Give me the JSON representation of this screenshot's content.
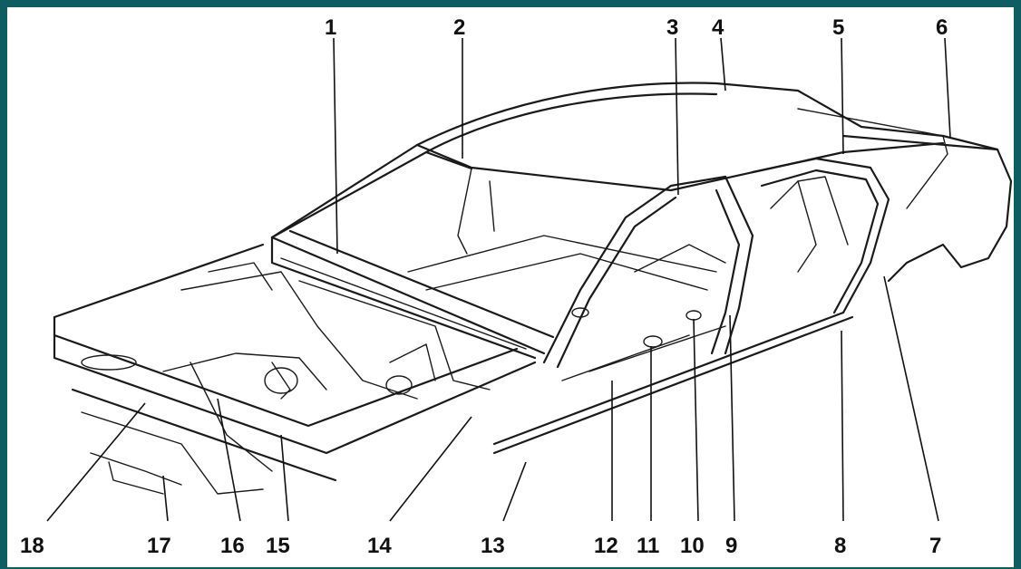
{
  "colors": {
    "frame": "#0e5d63",
    "background": "#ffffff",
    "ink": "#111111"
  },
  "callouts": [
    {
      "id": "1",
      "text": "1"
    },
    {
      "id": "2",
      "text": "2"
    },
    {
      "id": "3",
      "text": "3"
    },
    {
      "id": "4",
      "text": "4"
    },
    {
      "id": "5",
      "text": "5"
    },
    {
      "id": "6",
      "text": "6"
    },
    {
      "id": "7",
      "text": "7"
    },
    {
      "id": "8",
      "text": "8"
    },
    {
      "id": "9",
      "text": "9"
    },
    {
      "id": "10",
      "text": "10"
    },
    {
      "id": "11",
      "text": "11"
    },
    {
      "id": "12",
      "text": "12"
    },
    {
      "id": "13",
      "text": "13"
    },
    {
      "id": "14",
      "text": "14"
    },
    {
      "id": "15",
      "text": "15"
    },
    {
      "id": "16",
      "text": "16"
    },
    {
      "id": "17",
      "text": "17"
    },
    {
      "id": "18",
      "text": "18"
    }
  ]
}
